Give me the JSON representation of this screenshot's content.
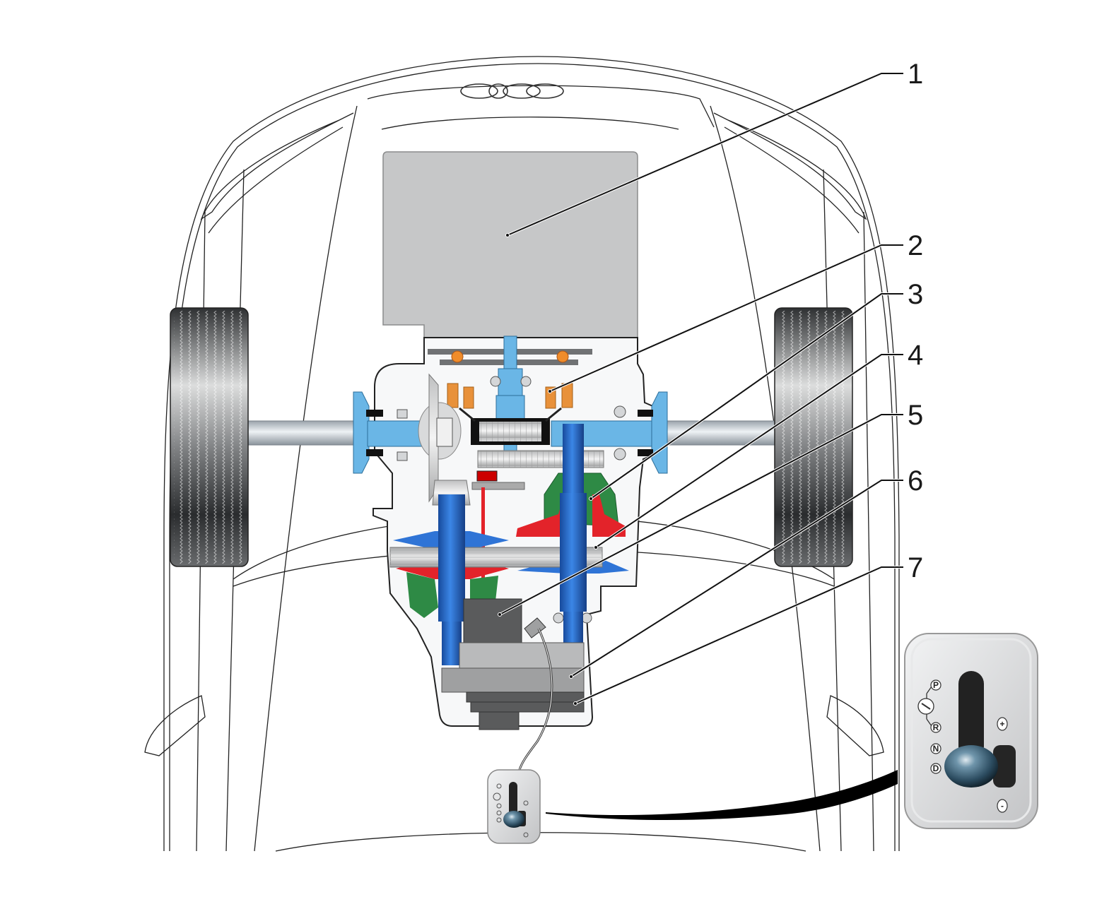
{
  "diagram": {
    "subject": "Front-wheel-drive vehicle with continuously variable transmission (top view, cutaway)",
    "brand_logo": "four-rings-logo",
    "colors": {
      "engine": "#c6c7c8",
      "shafts_light": "#6ab6e6",
      "shafts_dark": "#1f62c9",
      "pulley_red": "#e3232a",
      "pulley_green": "#2e8a45",
      "clutch_orange": "#e8913a",
      "housing_dark": "#5a5b5c",
      "housing_mid": "#9fa0a1",
      "housing_light": "#b9babb",
      "tire_dark": "#3a3c3e",
      "selector_body": "#d9dadc",
      "selector_knob": "#2b4b5f"
    },
    "callouts": [
      {
        "number": "1",
        "target": "engine"
      },
      {
        "number": "2",
        "target": "forward-clutch"
      },
      {
        "number": "3",
        "target": "secondary-pulley"
      },
      {
        "number": "4",
        "target": "link-chain"
      },
      {
        "number": "5",
        "target": "hydraulic-control-unit"
      },
      {
        "number": "6",
        "target": "transmission-control-unit"
      },
      {
        "number": "7",
        "target": "selector-sensor-module"
      }
    ],
    "selector": {
      "gate_positions": [
        "P",
        "R",
        "N",
        "D"
      ],
      "tiptronic_plus": "+",
      "tiptronic_minus": "-",
      "lock_symbol": "lock-icon",
      "selected_position": "D"
    }
  }
}
